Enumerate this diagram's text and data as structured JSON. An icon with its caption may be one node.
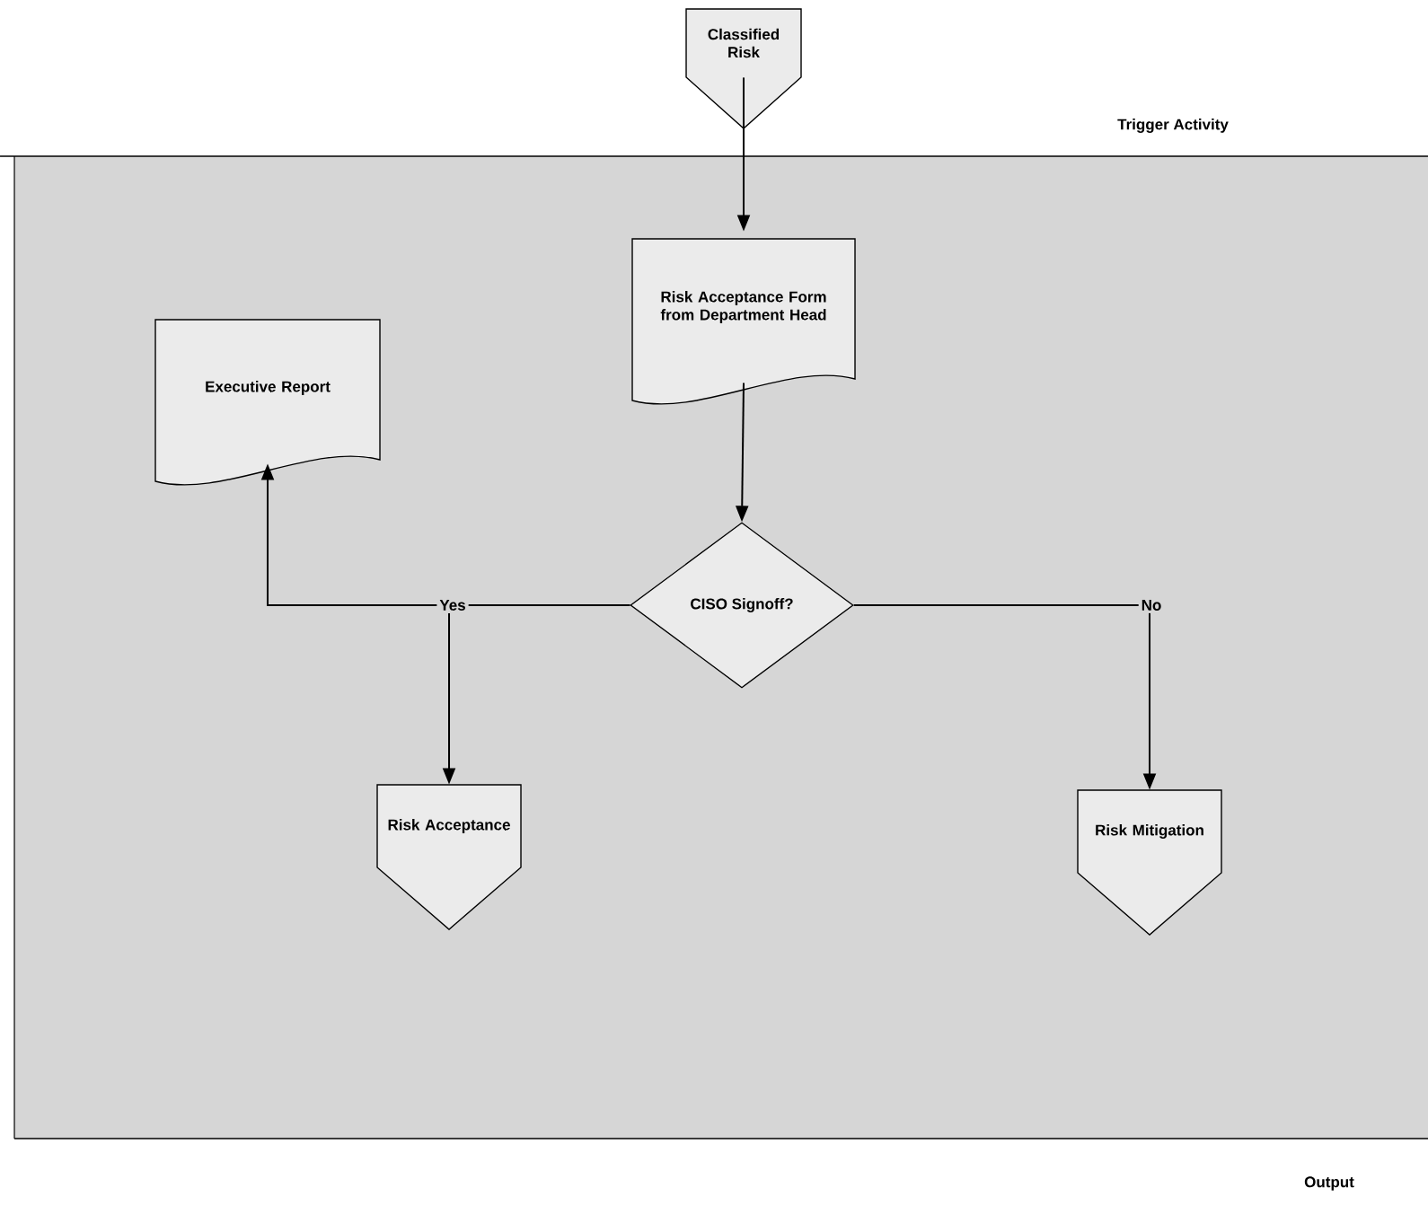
{
  "diagram": {
    "nodes": [
      {
        "text": [
          "Classified Risk"
        ]
      },
      {
        "text": [
          "Risk Acceptance Form from Department Head"
        ]
      },
      {
        "text": [
          "Executive Report"
        ]
      },
      {
        "text": [
          "CISO Signoff?"
        ]
      },
      {
        "text": [
          "Risk Acceptance"
        ]
      },
      {
        "text": [
          "Risk Mitigation"
        ]
      }
    ],
    "edges": [
      {
        "from": 0,
        "to": 1,
        "arrow": "to"
      },
      {
        "from": 1,
        "to": 3,
        "arrow": "to"
      },
      {
        "from": 3,
        "to": 2,
        "arrow": "to"
      },
      {
        "from": 3,
        "to": 4,
        "arrow": "to",
        "label": "Yes"
      },
      {
        "from": 3,
        "to": 5,
        "arrow": "to",
        "label": "No"
      }
    ],
    "labels": [
      "Trigger Activity",
      "Output"
    ]
  }
}
